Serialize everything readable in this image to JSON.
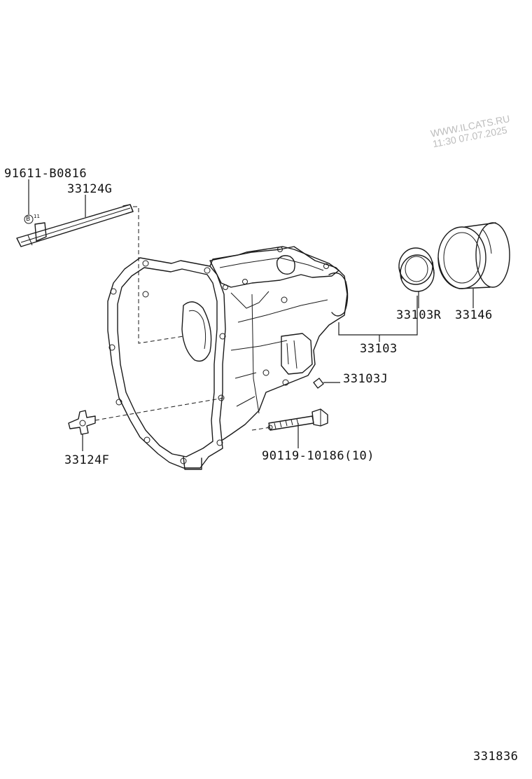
{
  "watermark": {
    "line1": "WWW.ILCATS.RU",
    "line2": "11:30 07.07.2025"
  },
  "clip_symbol": "B",
  "clip_suffix": "11",
  "parts": [
    {
      "id": "p1",
      "number": "91611-B0816"
    },
    {
      "id": "p2",
      "number": "33124G"
    },
    {
      "id": "p3",
      "number": "33103R"
    },
    {
      "id": "p4",
      "number": "33146"
    },
    {
      "id": "p5",
      "number": "33103"
    },
    {
      "id": "p6",
      "number": "33103J"
    },
    {
      "id": "p7",
      "number": "33124F"
    },
    {
      "id": "p8",
      "number": "90119-10186(10)"
    }
  ],
  "figure_number": "331836",
  "colors": {
    "line": "#1a1a1a",
    "watermark": "#bdbdbd",
    "background": "#ffffff"
  }
}
